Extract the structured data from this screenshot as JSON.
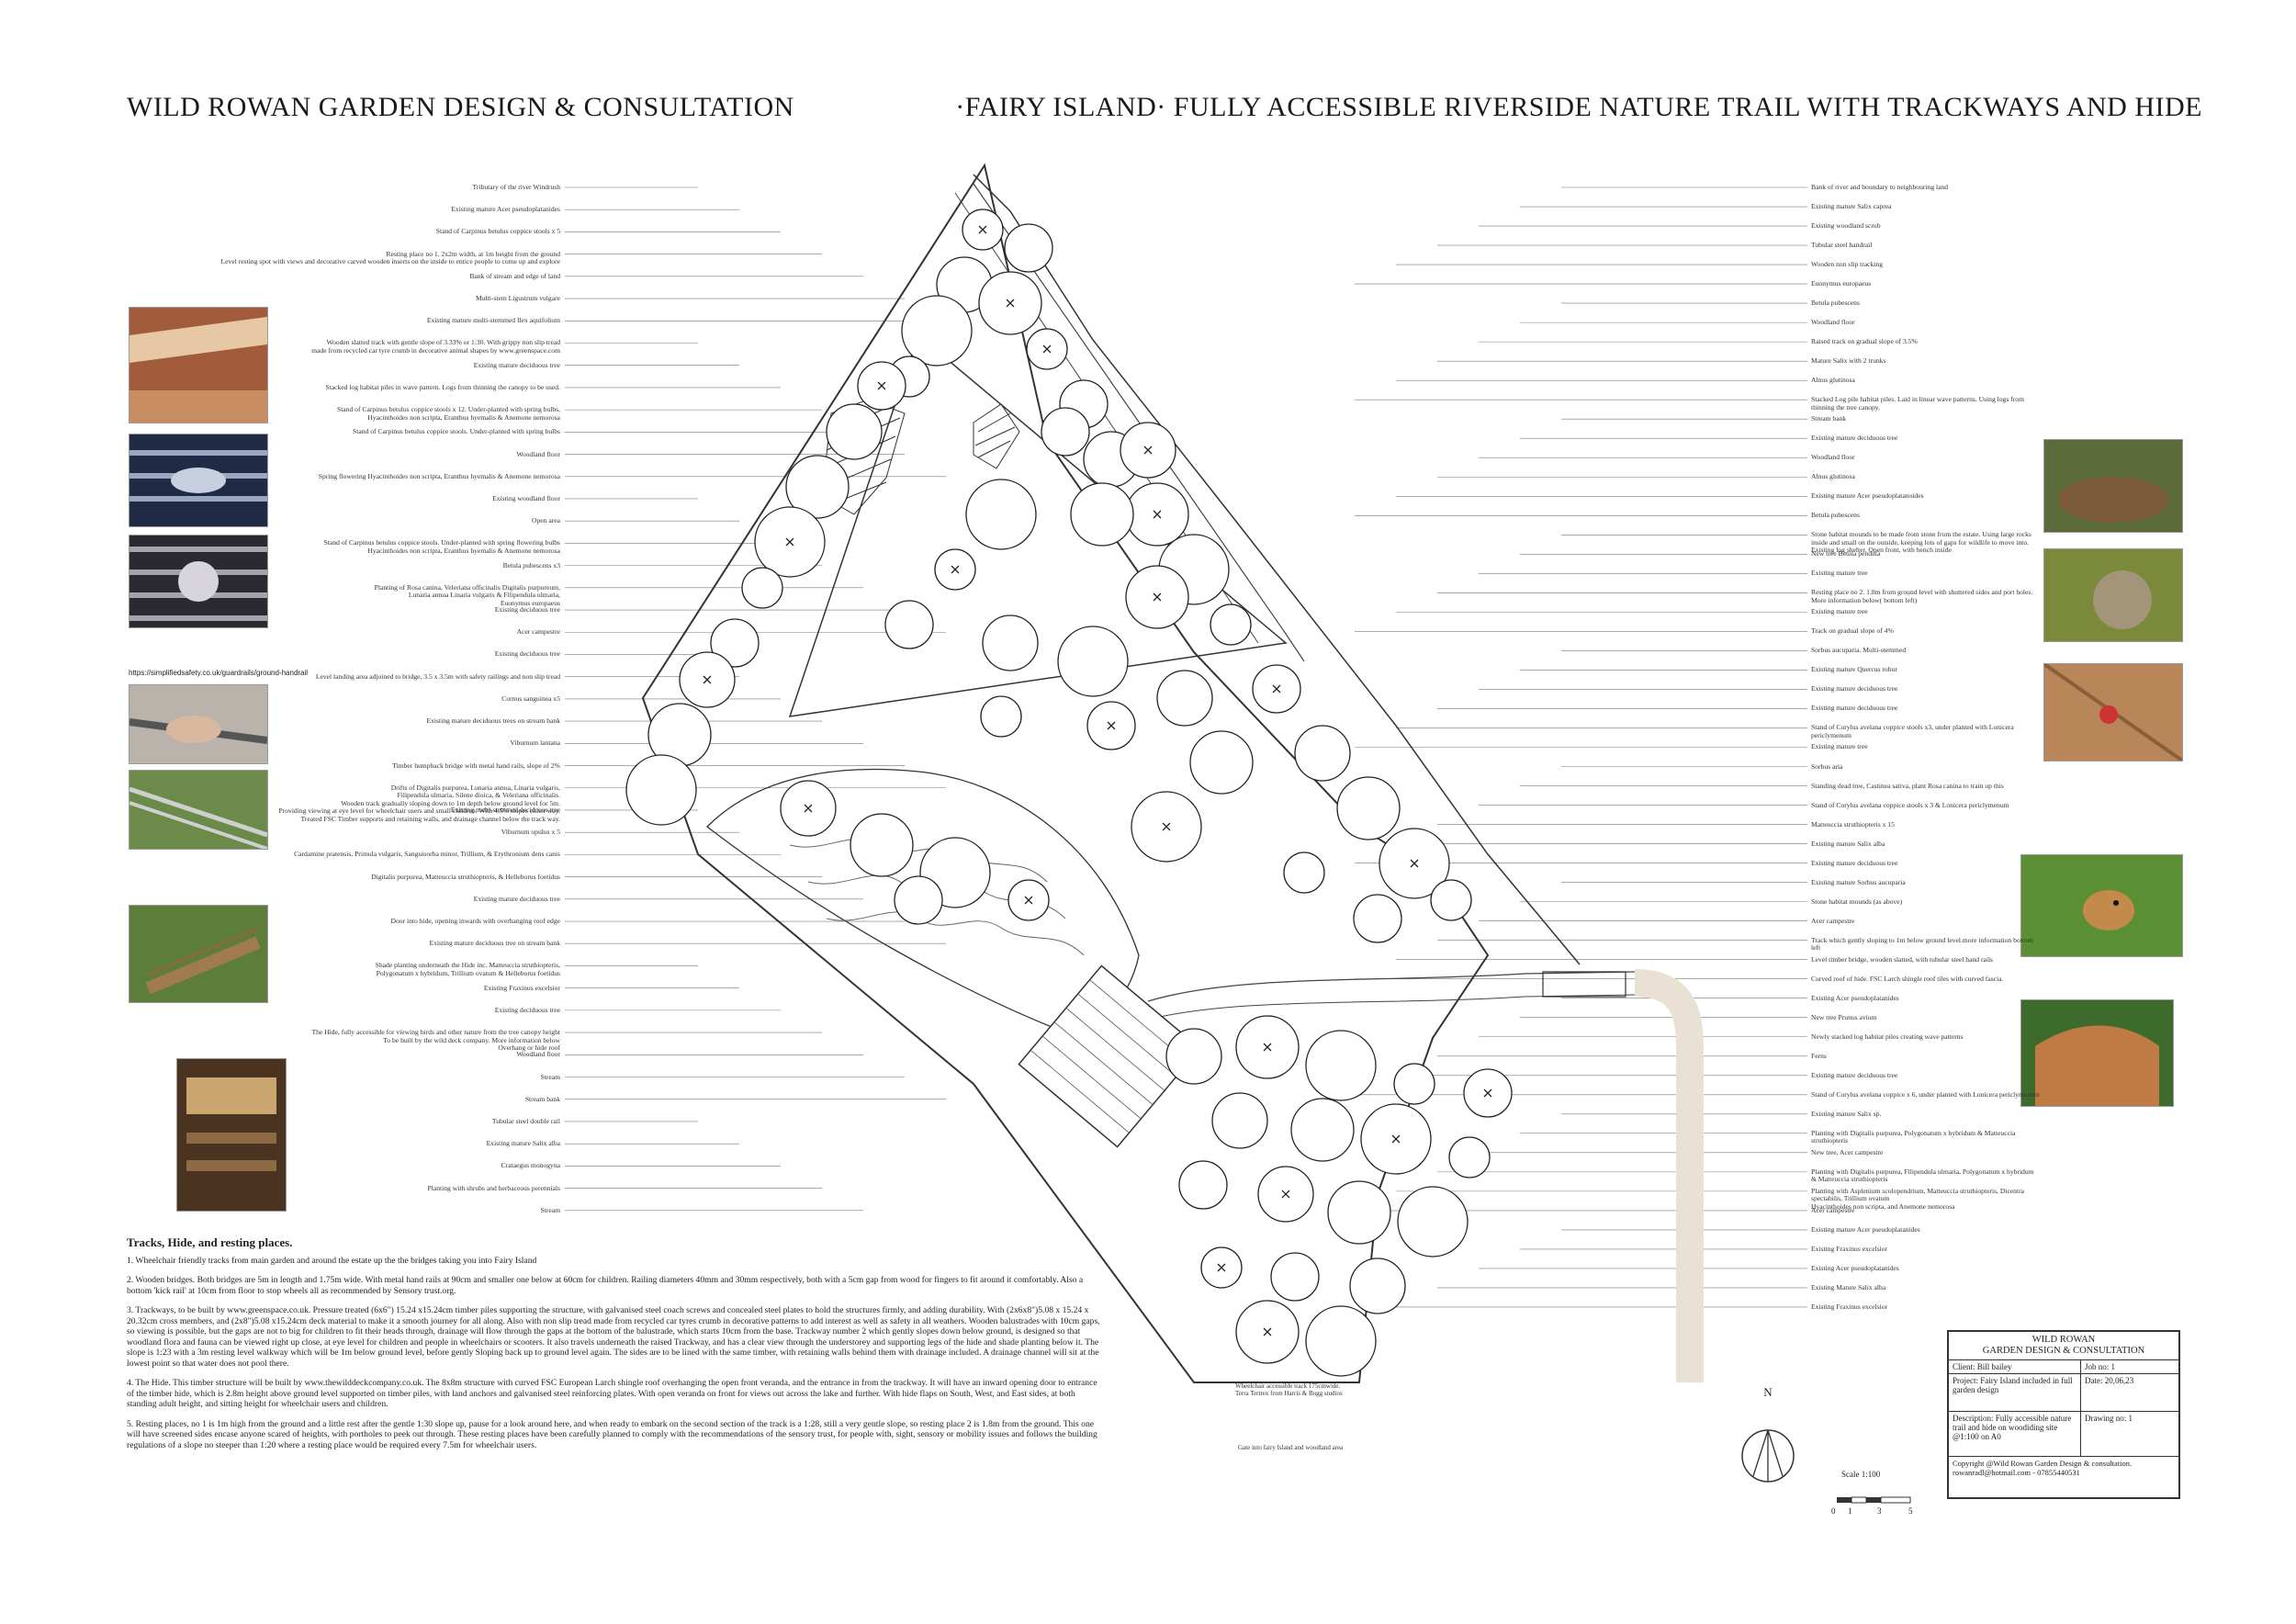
{
  "header": {
    "left": "WILD ROWAN GARDEN DESIGN & CONSULTATION",
    "right": "·FAIRY ISLAND· FULLY ACCESSIBLE RIVERSIDE NATURE TRAIL WITH TRACKWAYS AND HIDE"
  },
  "url": "https://simplifiedsafety.co.uk/guardrails/ground-handrail",
  "left_labels": [
    "Tributary of the river Windrush",
    "Existing mature Acer pseudoplatanides",
    "Stand of Carpinus betulus coppice stools x 5",
    "Resting place no 1. 2x2m width, at 1m height from the ground\nLevel resting spot with views and decorative carved wooden inserts on the inside to entice people to come up and explore",
    "Bank of stream and edge of land",
    "Multi-stem Ligustrum vulgare",
    "Existing mature multi-stemmed Ilex aquifolium",
    "Wooden slatted track with gentle slope of 3.33% or 1:30. With grippy non slip tread\nmade from recycled car tyre crumb in decorative animal shapes by www.greenspace.com",
    "Existing mature deciduous tree",
    "Stacked log habitat piles in wave pattern. Logs from thinning the canopy to be used.",
    "Stand of Carpinus betulus coppice stools x 12. Under-planted with spring bulbs,\nHyacinthoides non scripta, Eranthus hyemalis & Anemone nemorosa",
    "Stand of Carpinus betulus coppice stools. Under-planted with spring bulbs",
    "Woodland floor",
    "Spring flowering Hyacinthoides non scripta, Eranthus hyemalis & Anemone nemorosa",
    "Existing woodland floor",
    "Open area",
    "Stand of Carpinus betulus coppice stools. Under-planted with spring flowering bulbs\nHyacinthoides non scripta, Eranthus hyemalis & Anemone nemorosa",
    "Betula pubescens x3",
    "Planting of Rosa canina, Veleriana officinalis Digitalis purpureum,\nLunaria annua Linaria vulgaris & Filipendula ulmaria,\nEuonymus europaeus",
    "Existing deciduous tree",
    "Acer campestre",
    "Existing deciduous tree",
    "Level landing area adjoined to bridge, 3.5 x 3.5m with safety railings and non slip tread",
    "Cornus sanguinea x5",
    "Existing mature deciduous trees on stream bank",
    "Viburnum lantana",
    "Timber humpback bridge with metal hand rails, slope of 2%",
    "Drifts of Digitalis purpurea, Lunaria annua, Linaria vulgaris,\nFilipendula ulmaria, Silene dioica, & Veleriana officinalis.\nWooden track gradually sloping down to 1m depth below ground level for 5m.\nProviding viewing at eye level for wheelchair users and small children. With 4.5% slopes either way.\nTreated FSC Timber supports and retaining walls, and drainage channel below the track way.",
    "Existing multi-stemmed deciduous tree",
    "Viburnum opulus x 5",
    "Cardamine pratensis, Primula vulgaris, Sanguisorba minor, Trillium, & Erythronium dens canis",
    "Digitalis purpurea, Matteuccia struthiopteris, & Helleborus foetidus",
    "Existing mature deciduous tree",
    "Door into hide, opening inwards with overhanging roof edge",
    "Existing mature deciduous tree on stream bank",
    "Shade planting underneath the Hide inc. Matteuccia struthiopteris,\nPolygonatum x hybridum, Trillium ovatum & Helleborus foetidus",
    "Existing Fraxinus excelsior",
    "Existing deciduous tree",
    "The Hide, fully accessible for viewing birds and other nature from the tree canopy height\nTo be built by the wild deck company. More information below\nOverhang or hide roof",
    "Woodland floor",
    "Stream",
    "Stream bank",
    "Tubular steel double rail",
    "Existing mature Salix alba",
    "Crataegus monogyna",
    "Planting with shrubs and herbaceous perennials",
    "Stream"
  ],
  "right_labels": [
    "Bank of river and boundary to neighbouring land",
    "Existing mature Salix caprea",
    "Existing woodland scrub",
    "Tubular steel handrail",
    "Wooden non slip tracking",
    "Euonymus europaeus",
    "Betula pubescens",
    "Woodland floor",
    "Raised track on gradual slope of 3.5%",
    "Mature Salix with 2 trunks",
    "Alnus glutinosa",
    "Stacked Log pile habitat piles. Laid in linear wave patterns. Using logs from\nthinning the tree canopy.",
    "Stream bank",
    "Existing mature deciduous tree",
    "Woodland floor",
    "Alnus glutinosa",
    "Existing mature Acer pseudoplatanoides",
    "Betula pubescens",
    "Stone habitat mounds to be made from stone from the estate. Using large rocks\ninside and small on the outside, keeping lots of gaps for wildlife to move into.\nExisting log shelter. Open front, with bench inside",
    "New tree Betula pendula",
    "Existing mature tree",
    "Resting place no 2. 1.8m from ground level with shuttered sides and port holes. More information below( bottom left)",
    "Existing mature tree",
    "Track on gradual slope of 4%",
    "Sorbus aucuparia. Multi-stemmed",
    "Existing mature Quercus robur",
    "Existing mature deciduous tree",
    "Existing mature deciduous tree",
    "Stand of Corylus avelana coppice stools x3, under planted with Lonicera periclymenum",
    "Existing mature tree",
    "Sorbus aria",
    "Standing dead tree, Castinea sativa, plant Rosa canina to train up this",
    "Stand of Corylus avelana coppice stools x 3 & Lonicera periclymenum",
    "Matteuccia struthiopteris x 15",
    "Existing mature Salix alba",
    "Existing mature deciduous tree",
    "Existing mature Sorbus aucuparia",
    "Stone habitat mounds (as above)",
    "Acer campestre",
    "Track which gently sloping to 1m below ground level.more information bottom left",
    "Level timber bridge, wooden slatted, with tubular steel hand rails",
    "Curved roof of hide. FSC Larch shingle roof tiles with curved fascia.",
    "Existing Acer pseudoplatanides",
    "New tree Prunus avium",
    "Newly stacked log habitat piles creating wave patterns",
    "Ferns",
    "Existing mature deciduous tree",
    "Stand of Corylus avelana coppice x 6, under planted with Lonicera periclymenum",
    "Existing mature Salix sp.",
    "Planting with Digitalis purpurea, Polygonatum x hybridum & Matteuccia struthiopteris",
    "New tree, Acer campestre",
    "Planting with Digitalis purpurea, Filipendula ulmaria, Polygonatum x hybridum & Matteuccia struthiopteris",
    "Planting with Asplenium scolopendrium, Matteuccia struthiopteris, Dicentra spectabilis, Trillium ovatum\nHyacinthoides non scripta, and Anemone nemorosa",
    "Acer campestre",
    "Existing mature Acer pseudoplatanides",
    "Existing Fraxinus excelsior",
    "Existing Acer pseudoplatanides",
    "Existing Mature Salix alba",
    "Existing Fraxinus excelsior"
  ],
  "plan_captions": {
    "wheelchair_track": "Wheelchair accessible track 175cmwide.\nTerra Tertrex from Harris & Bugg studios",
    "gate": "Gate into fairy Island and woodland area"
  },
  "notes": {
    "heading": "Tracks, Hide, and resting places.",
    "items": [
      "1. Wheelchair friendly tracks from main garden and around the estate up the the bridges taking you into Fairy Island",
      "2. Wooden bridges. Both bridges are 5m in length and 1.75m wide. With metal hand rails at 90cm and smaller one below at 60cm for children. Railing diameters 40mm and 30mm respectively, both with a 5cm gap from wood for fingers to fit around it comfortably. Also a bottom 'kick rail' at 10cm from floor to stop wheels all as recommended by Sensory trust.org.",
      "3. Trackways, to be built by www.greenspace.co.uk. Pressure treated (6x6\") 15.24 x15.24cm timber piles supporting the structure, with galvanised steel coach screws and concealed steel plates to hold the structures firmly, and adding durability. With (2x6x8\")5.08 x 15.24 x 20.32cm cross members, and (2x8\")5.08 x15.24cm deck material to make it a smooth journey for all along. Also with non slip tread made from recycled car tyres crumb in decorative patterns to add interest as well as safety in all weathers. Wooden balustrades with 10cm gaps, so viewing is possible, but the gaps are not to big for children to fit their heads through, drainage will flow through the gaps at the bottom of the balustrade, which starts 10cm from the base. Trackway number 2 which gently slopes down below ground, is designed so that woodland flora and fauna can be viewed right up close, at eye level for children and people in wheelchairs or scooters. It also travels underneath the raised Trackway, and has a clear view through the understorey and supporting legs of the hide and shade planting below it. The slope is 1:23 with a 3m resting level walkway which will be 1m below ground level, before gently Sloping back up to ground level again. The sides are to be lined with the same timber, with retaining walls behind them with drainage included. A drainage channel will sit at the lowest point so that water does not pool there.",
      "4. The Hide. This timber structure will be built by www.thewilddeckcompany.co.uk. The 8x8m structure with curved FSC European Larch shingle roof overhanging the open front veranda, and the entrance in from the trackway. It will have an inward opening door to entrance of the timber hide, which is 2.8m height above ground level supported on timber piles, with land anchors and galvanised steel reinforcing plates. With open veranda on front for views out across the lake and further. With hide flaps on South, West, and East sides, at both standing adult height, and sitting height for wheelchair users and children.",
      "5. Resting places, no 1 is 1m high from the ground and a little rest after the gentle 1:30 slope up, pause for a look around here, and when ready to embark on the second section of the track is a 1:28, still a very gentle slope, so resting place 2 is 1.8m from the ground. This one will have screened sides encase anyone scared of heights, with portholes to peek out through. These resting places have been carefully planned to comply with the recommendations of the sensory trust, for people with, sight, sensory or mobility issues and follows the building regulations of a slope no steeper than 1:20 where a resting place would be required every 7.5m for wheelchair users."
    ]
  },
  "title_block": {
    "company": "WILD ROWAN\nGARDEN DESIGN & CONSULTATION",
    "client_label": "Client:",
    "client": "Bill bailey",
    "job_label": "Job no:",
    "job": "1",
    "project_label": "Project:",
    "project": "Fairy Island included in full garden design",
    "date_label": "Date:",
    "date": "20,06,23",
    "description_label": "Description:",
    "description": "Fully accessible nature trail and hide on woodiding site @1:100 on A0",
    "drawing_label": "Drawing no:",
    "drawing": "1",
    "copyright": "Copyright @Wild Rowan Garden Design & consultation.",
    "contact": "rowanradl@hotmail.com - 07855440531"
  },
  "scale": {
    "label": "Scale 1:100",
    "ticks": [
      "0",
      "1",
      "3",
      "5"
    ]
  },
  "north": "N",
  "colors": {
    "ink": "#222222",
    "track_beige": "#e9e1d3"
  }
}
